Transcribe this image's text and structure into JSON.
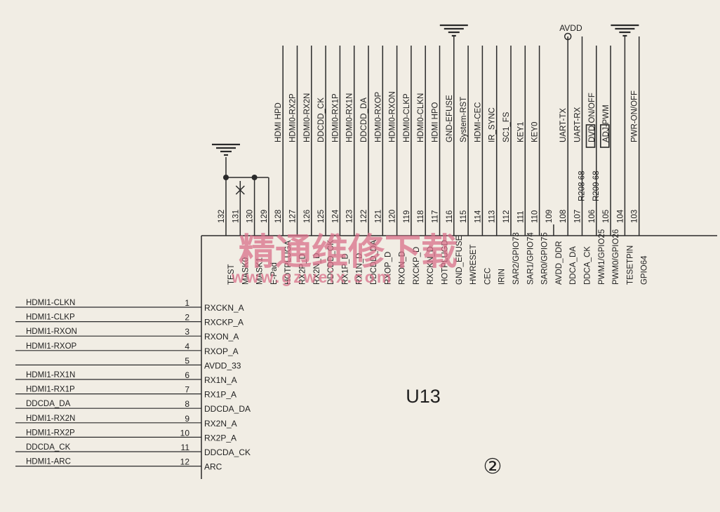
{
  "chip": {
    "designator": "U13",
    "figure_mark": "②",
    "left_pins": [
      {
        "num": "1",
        "pin": "RXCKN_A",
        "net": "HDMI1-CLKN"
      },
      {
        "num": "2",
        "pin": "RXCKP_A",
        "net": "HDMI1-CLKP"
      },
      {
        "num": "3",
        "pin": "RXON_A",
        "net": "HDMI1-RXON"
      },
      {
        "num": "4",
        "pin": "RXOP_A",
        "net": "HDMI1-RXOP"
      },
      {
        "num": "5",
        "pin": "AVDD_33",
        "net": ""
      },
      {
        "num": "6",
        "pin": "RX1N_A",
        "net": "HDMI1-RX1N"
      },
      {
        "num": "7",
        "pin": "RX1P_A",
        "net": "HDMI1-RX1P"
      },
      {
        "num": "8",
        "pin": "DDCDA_DA",
        "net": "DDCDA_DA"
      },
      {
        "num": "9",
        "pin": "RX2N_A",
        "net": "HDMI1-RX2N"
      },
      {
        "num": "10",
        "pin": "RX2P_A",
        "net": "HDMI1-RX2P"
      },
      {
        "num": "11",
        "pin": "DDCDA_CK",
        "net": "DDCDA_CK"
      },
      {
        "num": "12",
        "pin": "ARC",
        "net": "HDMI1-ARC"
      }
    ],
    "top_pins": [
      {
        "num": "132",
        "pin": "TEST",
        "net": ""
      },
      {
        "num": "131",
        "pin": "MASK0",
        "net": ""
      },
      {
        "num": "130",
        "pin": "MASK1",
        "net": ""
      },
      {
        "num": "129",
        "pin": "E-Pad",
        "net": ""
      },
      {
        "num": "128",
        "pin": "HOTPLUGA",
        "net": "HDMI HPD"
      },
      {
        "num": "127",
        "pin": "RX2P_D",
        "net": "HDMI0-RX2P"
      },
      {
        "num": "126",
        "pin": "RX2N_D",
        "net": "HDMI0-RX2N"
      },
      {
        "num": "125",
        "pin": "DDCDD_CK",
        "net": "DDCDD_CK"
      },
      {
        "num": "124",
        "pin": "RX1P_D",
        "net": "HDMI0-RX1P"
      },
      {
        "num": "123",
        "pin": "RX1N_D",
        "net": "HDMI0-RX1N"
      },
      {
        "num": "122",
        "pin": "DDCDD_DA",
        "net": "DDCDD_DA"
      },
      {
        "num": "121",
        "pin": "RXOP_D",
        "net": "HDMI0-RXOP"
      },
      {
        "num": "120",
        "pin": "RXON_D",
        "net": "HDMI0-RXON"
      },
      {
        "num": "119",
        "pin": "RXCKP_D",
        "net": "HDMI0-CLKP"
      },
      {
        "num": "118",
        "pin": "RXCKN_D",
        "net": "HDMI0-CLKN"
      },
      {
        "num": "117",
        "pin": "HOTPLUGD",
        "net": "HDMI HPO"
      },
      {
        "num": "116",
        "pin": "GND_EFUSE",
        "net": "GND-EFUSE"
      },
      {
        "num": "115",
        "pin": "HWRESET",
        "net": "System-RST"
      },
      {
        "num": "114",
        "pin": "CEC",
        "net": "HDMI-CEC"
      },
      {
        "num": "113",
        "pin": "IRIN",
        "net": "IR_SYNC"
      },
      {
        "num": "112",
        "pin": "SAR2/GPIO73",
        "net": "SC1_FS"
      },
      {
        "num": "111",
        "pin": "SAR1/GPIO74",
        "net": "KEY1"
      },
      {
        "num": "110",
        "pin": "SAR0/GPIO75",
        "net": "KEY0"
      },
      {
        "num": "109",
        "pin": "AVDD_DDR",
        "net": ""
      },
      {
        "num": "108",
        "pin": "DDCA_DA",
        "net": "UART-TX"
      },
      {
        "num": "107",
        "pin": "DDCA_CK",
        "net": "UART-RX"
      },
      {
        "num": "106",
        "pin": "PWM1/GPIO25",
        "net": "DVD ON/OFF"
      },
      {
        "num": "105",
        "pin": "PWM0/GPIO26",
        "net": "ADJ-PWM"
      },
      {
        "num": "104",
        "pin": "TESETPIN",
        "net": ""
      },
      {
        "num": "103",
        "pin": "GPIO64",
        "net": "PWR-ON/OFF"
      }
    ]
  },
  "avdd_label": "AVDD",
  "resistors": [
    {
      "name": "R208",
      "value": "68"
    },
    {
      "name": "R209",
      "value": "68"
    }
  ],
  "watermark": {
    "title": "精通维修下载",
    "url": "www.gzweix.com",
    "color": "#d9708a"
  }
}
